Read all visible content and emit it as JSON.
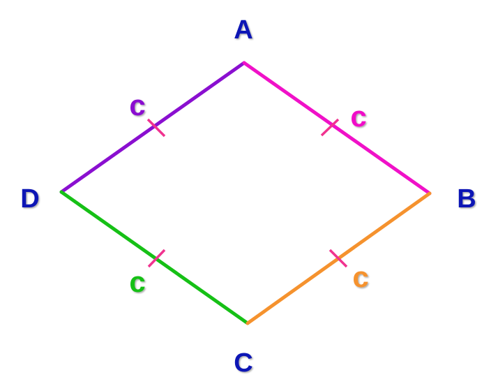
{
  "vertices": {
    "A": "A",
    "B": "B",
    "C": "C",
    "D": "D"
  },
  "side_labels": {
    "AD": "c",
    "AB": "c",
    "DC": "c",
    "CB": "c"
  },
  "colors": {
    "vertex_label": "#0a12b5",
    "side_AD": "#8a0fd0",
    "side_AB": "#f011c8",
    "side_DC": "#16c016",
    "side_CB": "#f5922e",
    "tick_mark": "#f0338f"
  }
}
